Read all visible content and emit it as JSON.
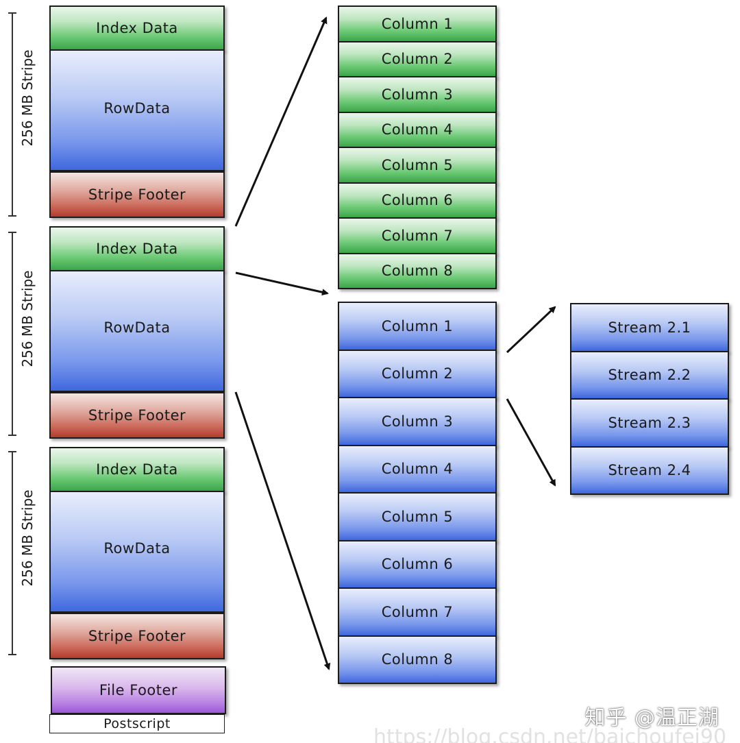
{
  "stripes": [
    {
      "size_label": "256 MB Stripe",
      "index": "Index Data",
      "row": "RowData",
      "footer": "Stripe Footer"
    },
    {
      "size_label": "256 MB Stripe",
      "index": "Index Data",
      "row": "RowData",
      "footer": "Stripe Footer"
    },
    {
      "size_label": "256 MB Stripe",
      "index": "Index Data",
      "row": "RowData",
      "footer": "Stripe Footer"
    }
  ],
  "file_footer": "File Footer",
  "postscript": "Postscript",
  "index_columns": [
    "Column 1",
    "Column 2",
    "Column 3",
    "Column 4",
    "Column 5",
    "Column 6",
    "Column 7",
    "Column 8"
  ],
  "row_columns": [
    "Column 1",
    "Column 2",
    "Column 3",
    "Column 4",
    "Column 5",
    "Column 6",
    "Column 7",
    "Column 8"
  ],
  "streams": [
    "Stream 2.1",
    "Stream 2.2",
    "Stream 2.3",
    "Stream 2.4"
  ],
  "watermark": "知乎 @温正湖",
  "watermark_url": "https://blog.csdn.net/baichoufei90"
}
